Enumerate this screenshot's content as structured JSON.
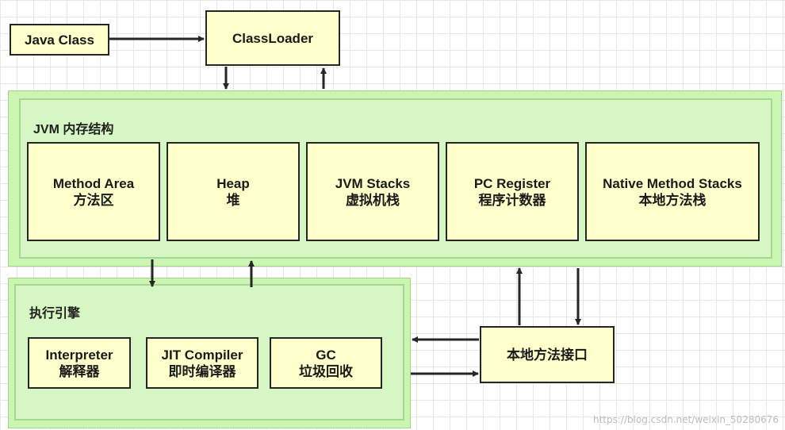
{
  "java_class": "Java Class",
  "classloader": "ClassLoader",
  "jvm_memory": {
    "title": "JVM 内存结构",
    "areas": [
      {
        "en": "Method Area",
        "zh": "方法区"
      },
      {
        "en": "Heap",
        "zh": "堆"
      },
      {
        "en": "JVM Stacks",
        "zh": "虚拟机栈"
      },
      {
        "en": "PC Register",
        "zh": "程序计数器"
      },
      {
        "en": "Native Method Stacks",
        "zh": "本地方法栈"
      }
    ]
  },
  "execution_engine": {
    "title": "执行引擎",
    "components": [
      {
        "en": "Interpreter",
        "zh": "解释器"
      },
      {
        "en": "JIT Compiler",
        "zh": "即时编译器"
      },
      {
        "en": "GC",
        "zh": "垃圾回收"
      }
    ]
  },
  "native_interface": "本地方法接口",
  "watermark": "https://blog.csdn.net/weixin_50280676"
}
